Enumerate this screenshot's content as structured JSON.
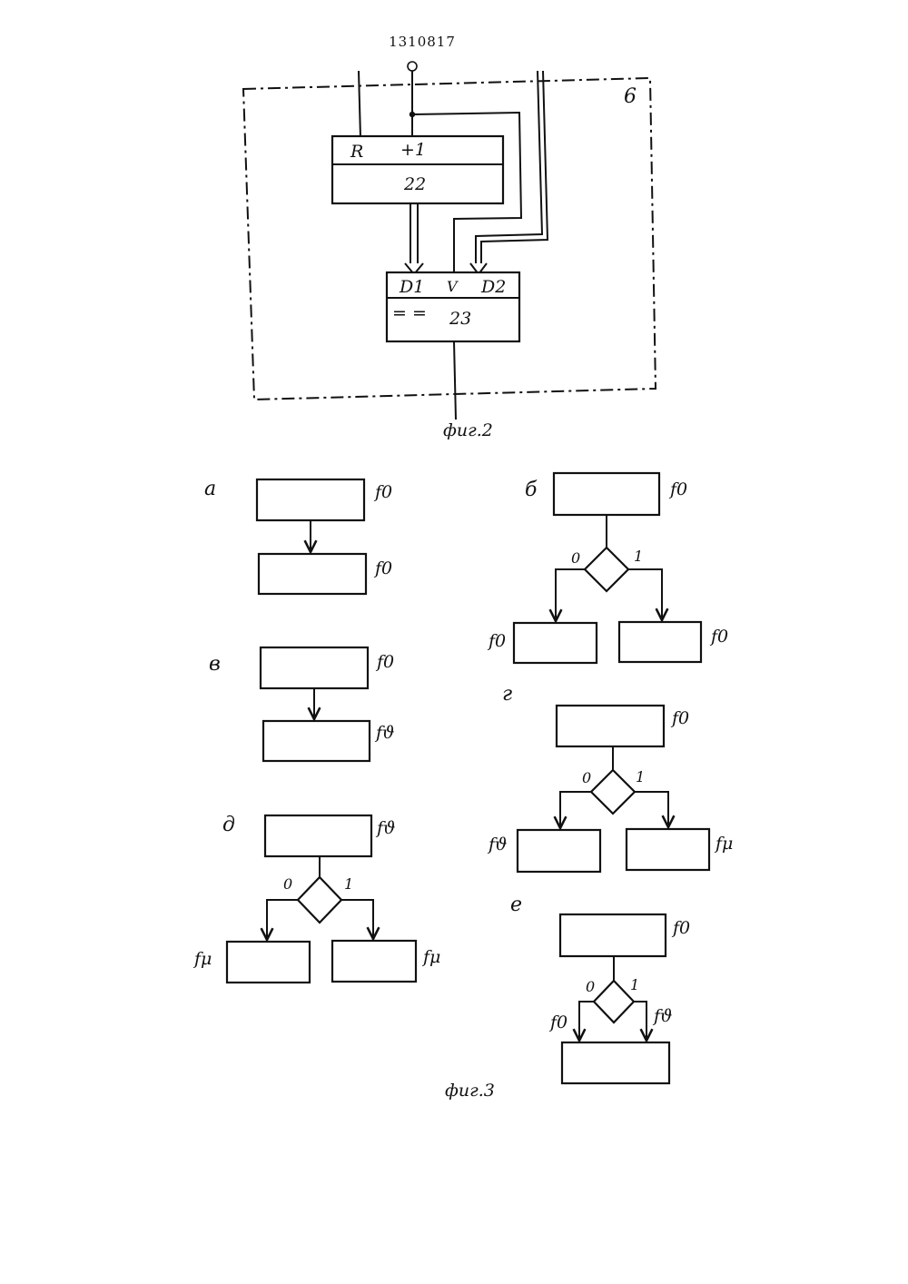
{
  "header": {
    "doc_number": "1310817"
  },
  "fig2": {
    "caption": "фиг.2",
    "frame_label": "6",
    "counter": {
      "top_left": "R",
      "top_right": "+1",
      "number": "22"
    },
    "comparator": {
      "in1": "D1",
      "or": "V",
      "in2": "D2",
      "eq": "= =",
      "number": "23"
    }
  },
  "fig3": {
    "caption": "фиг.3",
    "sub_a": {
      "letter": "а",
      "top_tag": "f0",
      "bottom_tag": "f0"
    },
    "sub_b": {
      "letter": "б",
      "top_tag": "f0",
      "zero": "0",
      "one": "1",
      "left_tag": "f0",
      "right_tag": "f0"
    },
    "sub_v": {
      "letter": "в",
      "top_tag": "f0",
      "bottom_tag": "fϑ"
    },
    "sub_g": {
      "letter": "г",
      "top_tag": "f0",
      "zero": "0",
      "one": "1",
      "left_tag": "fϑ",
      "right_tag": "fμ"
    },
    "sub_d": {
      "letter": "д",
      "top_tag": "fϑ",
      "zero": "0",
      "one": "1",
      "left_tag": "fμ",
      "right_tag": "fμ"
    },
    "sub_e": {
      "letter": "е",
      "top_tag": "f0",
      "zero": "0",
      "one": "1",
      "left_tag": "f0",
      "right_tag": "fϑ"
    }
  }
}
